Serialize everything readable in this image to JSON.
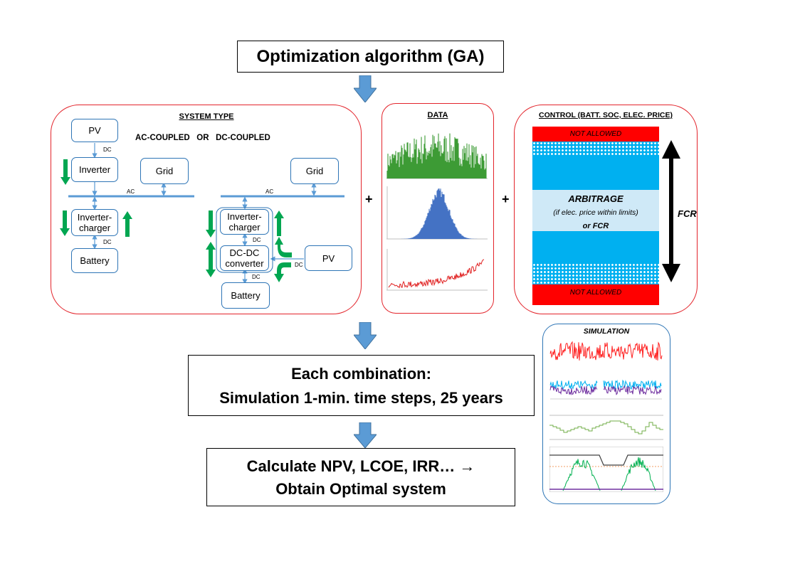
{
  "top_box": "Optimization algorithm (GA)",
  "system_type": {
    "title": "SYSTEM TYPE",
    "subtitle": "AC-COUPLED   OR   DC-COUPLED",
    "ac": {
      "pv": "PV",
      "inverter": "Inverter",
      "grid": "Grid",
      "inverter_charger": "Inverter-\ncharger",
      "battery": "Battery",
      "dc_label_1": "DC",
      "ac_label": "AC",
      "dc_label_2": "DC"
    },
    "dc": {
      "grid": "Grid",
      "ac_label": "AC",
      "inverter_charger": "Inverter-\ncharger",
      "dc_label_1": "DC",
      "dcdc": "DC-DC\nconverter",
      "pv": "PV",
      "dc_label_pv": "DC",
      "dc_label_2": "DC",
      "battery": "Battery"
    }
  },
  "plus_1": "+",
  "plus_2": "+",
  "data_panel": {
    "title": "DATA"
  },
  "control_panel": {
    "title": "CONTROL (BATT. SOC, ELEC. PRICE)",
    "not_allowed_top": "NOT ALLOWED",
    "arbitrage": "ARBITRAGE",
    "arbitrage_note": "(if elec. price within limits)",
    "or_fcr": "or FCR",
    "not_allowed_bottom": "NOT ALLOWED",
    "fcr": "FCR"
  },
  "simulation_panel": {
    "title": "SIMULATION"
  },
  "combo_box": {
    "line1": "Each combination:",
    "line2": "Simulation 1-min. time steps, 25 years"
  },
  "result_box": {
    "line1": "Calculate NPV, LCOE, IRR… →",
    "line2": "Obtain Optimal system"
  },
  "colors": {
    "panel_border": "#e3242b",
    "line_blue": "#5b9bd5",
    "node_border": "#2e75b6",
    "arrow_green": "#00a651",
    "flow_arrow": "#5b9bd5",
    "red_band": "#ff0000",
    "cyan_band": "#00b0f0"
  }
}
